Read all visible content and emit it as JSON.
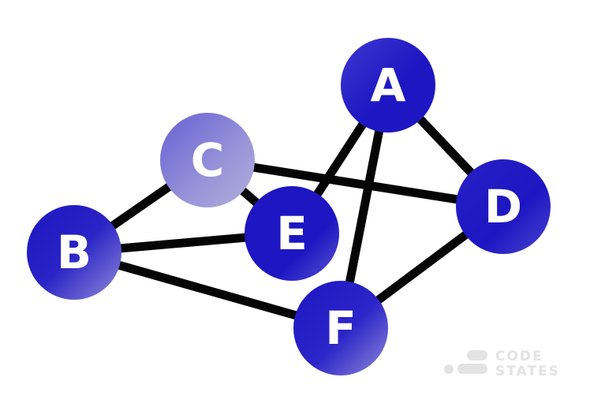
{
  "graph": {
    "nodes": [
      {
        "id": "A",
        "label": "A"
      },
      {
        "id": "B",
        "label": "B"
      },
      {
        "id": "C",
        "label": "C"
      },
      {
        "id": "D",
        "label": "D"
      },
      {
        "id": "E",
        "label": "E"
      },
      {
        "id": "F",
        "label": "F"
      }
    ],
    "edges": [
      [
        "C",
        "B"
      ],
      [
        "C",
        "E"
      ],
      [
        "C",
        "D"
      ],
      [
        "B",
        "E"
      ],
      [
        "B",
        "F"
      ],
      [
        "A",
        "E"
      ],
      [
        "A",
        "F"
      ],
      [
        "A",
        "D"
      ],
      [
        "F",
        "D"
      ]
    ]
  },
  "colors": {
    "node_dark": "#1d16c2",
    "node_mid": "#3f38d0",
    "node_light": "#8f8ad9",
    "node_c_light": "#a09cd8",
    "edge": "#050505",
    "watermark": "#e3e3e3"
  },
  "watermark": {
    "line1": "CODE",
    "line2": "STATES"
  }
}
